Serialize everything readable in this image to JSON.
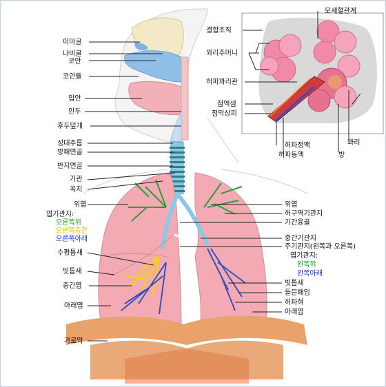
{
  "colors": {
    "lung": "#f3aab3",
    "lung_edge": "#d98a95",
    "trachea": "#8ec7e6",
    "cartilage": "#2f7f86",
    "diaphragm": "#e8a26a",
    "diaphragm_dark": "#d9794a",
    "alveoli": "#f08aa8",
    "inset_bg": "#d9d9d9",
    "bronchi_green": "#2f9a3e",
    "bronchi_yellow": "#f2d020",
    "bronchi_blue": "#3a4fb8",
    "nasal": "#8fbfe6",
    "mouth": "#f2b0b8"
  },
  "labels": {
    "nasal_mucosa": "이마굴",
    "sphenoid": "나비굴",
    "nasal_cavity": "코안",
    "nasal_concha": "코안뜰",
    "oral_cavity": "입안",
    "pharynx": "인두",
    "epiglottis": "후두덮개",
    "vocal_fold": "성대주름",
    "thyroid_cartilage": "방패연골",
    "cricoid_cartilage": "반지연골",
    "trachea": "기관",
    "apex": "꼭지",
    "upper_lobe_left": "위엽",
    "segmental_bronchi": "엽기관지:",
    "seg_right_upper": "오른쪽위",
    "seg_right_middle": "오른쪽중간",
    "seg_right_lower": "오른쪽아래",
    "horizontal_fissure": "수평틈새",
    "oblique_fissure_left": "빗틈새",
    "middle_lobe": "중간엽",
    "lower_lobe_left": "아래엽",
    "diaphragm": "가로막",
    "upper_lobe_right": "위엽",
    "pulmonary_artery": "허구역기관지",
    "carina": "기간융골",
    "intermediate_bronchus": "중간기관지",
    "main_bronchus": "주기관지(왼쪽과 오른쪽)",
    "lobar_bronchi": "엽기관지:",
    "left_upper": "왼쪽위",
    "left_lower": "왼쪽아래",
    "oblique_fissure_right": "빗틈새",
    "cardiac_notch": "들문패임",
    "lingula": "허파혀",
    "lower_lobe_right": "아래엽"
  },
  "inset_labels": {
    "capillary_network": "모세혈관계",
    "connective_tissue": "결합조직",
    "alveolar_sac": "꽈리주머니",
    "alveolar_duct": "허파꽈리관",
    "mucous_gland": "점액샘",
    "mucosal_lining": "점막상피",
    "pulmonary_vein": "허파정맥",
    "pulmonary_artery": "허파동맥",
    "alveoli": "꽈리",
    "atrium": "방"
  }
}
